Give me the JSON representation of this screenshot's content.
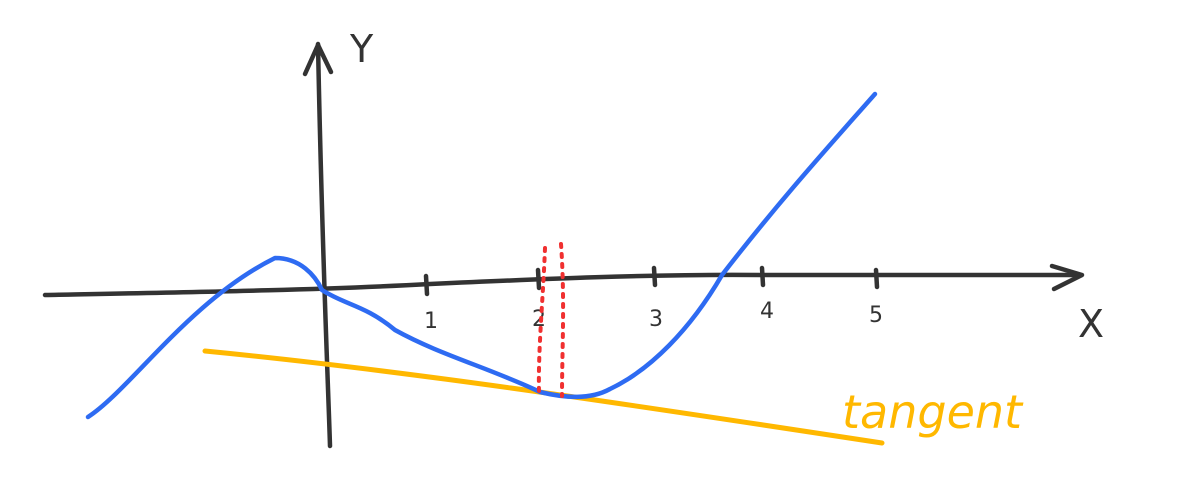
{
  "diagram": {
    "x_axis_label": "X",
    "y_axis_label": "Y",
    "tick_labels": [
      "1",
      "2",
      "3",
      "4",
      "5"
    ],
    "tangent_label": "tangent",
    "colors": {
      "axes": "#333333",
      "curve": "#2e6bf2",
      "tangent": "#ffb800",
      "marker": "#f03030"
    }
  }
}
